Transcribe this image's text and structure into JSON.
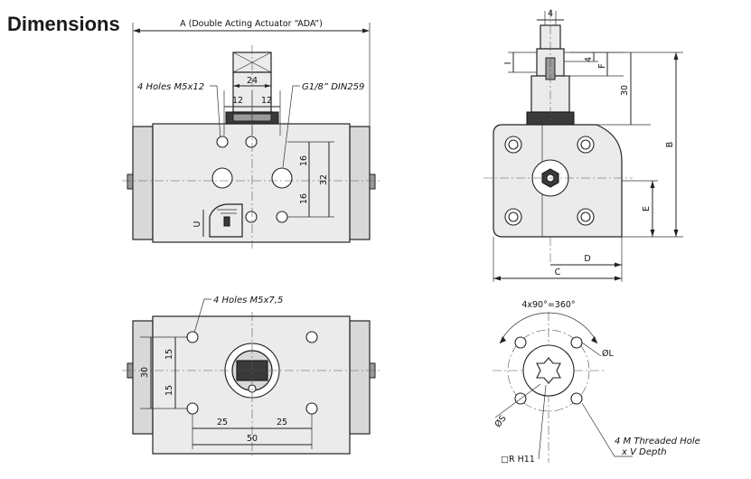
{
  "heading": "Dimensions",
  "labels": {
    "overall_length": "A (Double Acting Actuator “ADA”)",
    "top_holes": "4 Holes M5x12",
    "port_thread": "G1/8” DIN259",
    "bottom_holes": "4 Holes M5x7,5",
    "pattern_angle": "4x90°=360°",
    "threaded_hole_line1": "4 M Threaded Hole",
    "threaded_hole_line2": "x V Depth",
    "square_drive": "□R H11"
  },
  "dims": {
    "shaft_width": "24",
    "left_offset": "12",
    "right_offset": "12",
    "upper_half": "16",
    "lower_half": "16",
    "port_spacing": "32",
    "u": "U",
    "pin_width": "4",
    "i": "I",
    "slot_depth": "4",
    "f": "F",
    "shaft_height": "30",
    "b": "B",
    "e": "E",
    "d": "D",
    "c": "C",
    "bottom_upper": "15",
    "bottom_lower": "15",
    "bottom_height": "30",
    "bottom_left": "25",
    "bottom_right": "25",
    "bottom_spacing": "50",
    "phi_l": "ØL",
    "phi_s": "ØS"
  }
}
